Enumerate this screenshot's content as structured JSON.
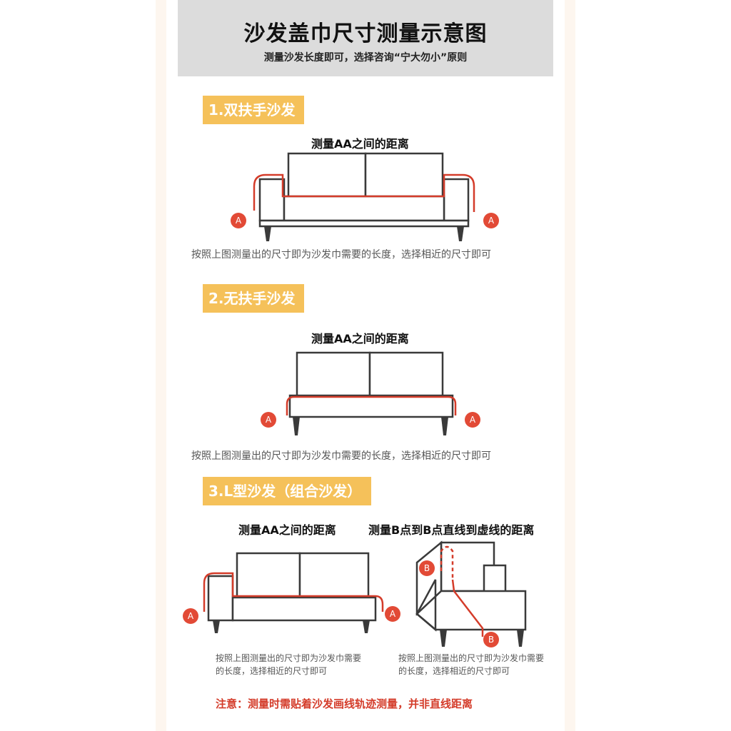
{
  "header": {
    "title": "沙发盖巾尺寸测量示意图",
    "subtitle": "测量沙发长度即可，选择咨询“宁大勿小”原则"
  },
  "sections": [
    {
      "tag": "1.双扶手沙发",
      "measure_label": "测量AA之间的距离",
      "note": "按照上图测量出的尺寸即为沙发巾需要的长度，选择相近的尺寸即可"
    },
    {
      "tag": "2.无扶手沙发",
      "measure_label": "测量AA之间的距离",
      "note": "按照上图测量出的尺寸即为沙发巾需要的长度，选择相近的尺寸即可"
    },
    {
      "tag": "3.L型沙发（组合沙发）",
      "left_label": "测量AA之间的距离",
      "right_label": "测量B点到B点直线到虚线的距离",
      "left_note": "按照上图测量出的尺寸即为沙发巾需要的长度，选择相近的尺寸即可",
      "right_note": "按照上图测量出的尺寸即为沙发巾需要的长度，选择相近的尺寸即可"
    }
  ],
  "badges": {
    "a": "A",
    "b": "B"
  },
  "warning": "注意：测量时需贴着沙发画线轨迹测量，并非直线距离",
  "colors": {
    "accent": "#f5c15a",
    "marker": "#e24a36",
    "header_bg": "#dcdcdc"
  },
  "icons": [
    "sofa-armrest-illustration",
    "sofa-armless-illustration",
    "sofa-l-shape-illustration",
    "chaise-illustration"
  ]
}
